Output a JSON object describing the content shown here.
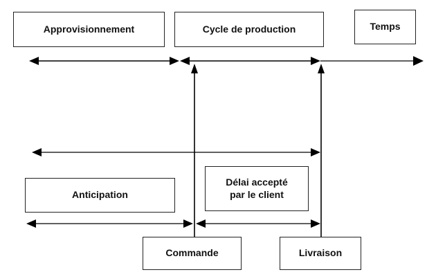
{
  "labels": {
    "approvisionnement": "Approvisionnement",
    "cycle_production": "Cycle de production",
    "temps": "Temps",
    "anticipation": "Anticipation",
    "delai_line1": "Délai accepté",
    "delai_line2": "par le client",
    "commande": "Commande",
    "livraison": "Livraison"
  },
  "colors": {
    "stroke": "#000000",
    "box_border": "#222222"
  }
}
